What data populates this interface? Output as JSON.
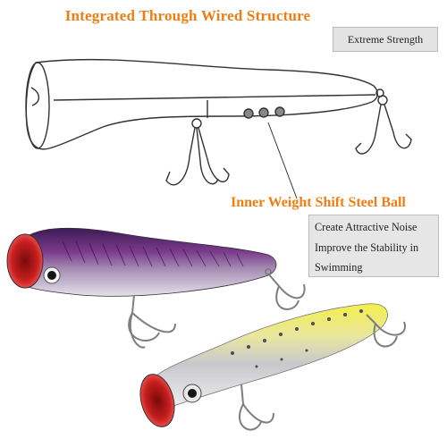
{
  "headings": {
    "structure": "Integrated Through Wired Structure",
    "weight": "Inner Weight Shift Steel Ball"
  },
  "callouts": {
    "strength": "Extreme Strength",
    "features": [
      "Create Attractive Noise",
      "Improve the Stability in",
      "Swimming"
    ]
  },
  "colors": {
    "heading": "#f07d12",
    "lure_top_back": "#6a2c78",
    "lure_top_belly": "#c9c9d4",
    "lure_bottom_back": "#f2ee52",
    "lure_bottom_belly": "#d8d8dc",
    "mouth": "#c61f1f"
  }
}
